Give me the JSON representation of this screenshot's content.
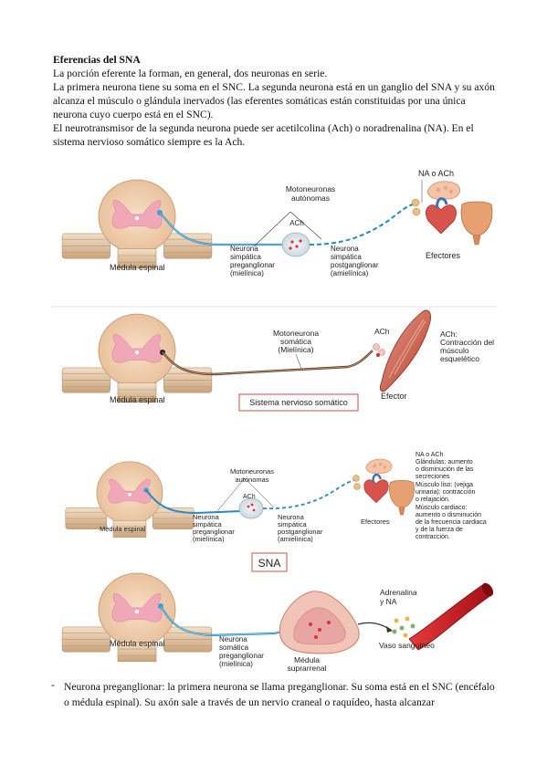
{
  "doc": {
    "title": "Eferencias del SNA",
    "p1": "La porción eferente la forman, en general, dos neuronas en serie.",
    "p2": "La primera neurona tiene su soma en el SNC. La segunda neurona está en un ganglio del SNA y su axón alcanza el músculo o glándula inervados (las eferentes somáticas están constituidas por una única neurona cuyo cuerpo está en el SNC).",
    "p3": "El neurotransmisor de la segunda neurona puede ser acetilcolina (Ach) o noradrenalina (NA). En el sistema nervioso somático siempre es la Ach."
  },
  "fig1": {
    "moto1": "Motoneuronas",
    "moto2": "autónomas",
    "ach": "ACh",
    "na_ach": "NA o ACh",
    "pre1": "Neurona",
    "pre2": "simpática",
    "pre3": "preganglionar",
    "pre4": "(mielínica)",
    "post1": "Neurona",
    "post2": "simpática",
    "post3": "postganglionar",
    "post4": "(amielínica)",
    "medula": "Médula espinal",
    "efectores": "Efectores"
  },
  "fig2": {
    "moto1": "Motoneurona",
    "moto2": "somática",
    "moto3": "(Mielínica)",
    "ach": "ACh",
    "ach2": "ACh:",
    "contr1": "Contracción del",
    "contr2": "músculo",
    "contr3": "esquelético",
    "medula": "Médula espinal",
    "sistema": "Sistema nervioso somático",
    "efector": "Efector"
  },
  "fig3": {
    "moto1": "Motoneuronas",
    "moto2": "autónomas",
    "ach": "ACh",
    "pre1": "Neurona",
    "pre2": "simpática",
    "pre3": "preganglionar",
    "pre4": "(mielínica)",
    "post1": "Neurona",
    "post2": "simpática",
    "post3": "postganglionar",
    "post4": "(amielínica)",
    "medula": "Médula espinal",
    "efectores": "Efectores",
    "side": [
      "NA o ACh",
      "Glándulas: aumento",
      "o disminución de las",
      "secreciones",
      "Músculo liso: (vejiga",
      "urinaria): contracción",
      "o relajación.",
      "Músculo cardiaco:",
      "aumento o disminución",
      "de la frecuencia cardiaca",
      "y de la fuerza de",
      "contracción."
    ],
    "sna": "SNA"
  },
  "fig4": {
    "adren1": "Adrenalina",
    "adren2": "y NA",
    "pre1": "Neurona",
    "pre2": "somática",
    "pre3": "preganglionar",
    "pre4": "(mielínica)",
    "medula": "Médula espinal",
    "supra1": "Médula",
    "supra2": "suprarrenal",
    "vaso": "Vaso sanguíneo"
  },
  "bullet": {
    "dash": "-",
    "text": "Neurona preganglionar: la primera neurona se llama preganglionar. Su soma está en el SNC (encéfalo o médula espinal). Su axón sale a través de un nervio craneal o raquídeo, hasta alcanzar"
  },
  "colors": {
    "cord": "#f2d2b4",
    "grey_matter": "#f0a8b8",
    "nerve": "#3aa0d8",
    "frame": "#d66a6a"
  }
}
